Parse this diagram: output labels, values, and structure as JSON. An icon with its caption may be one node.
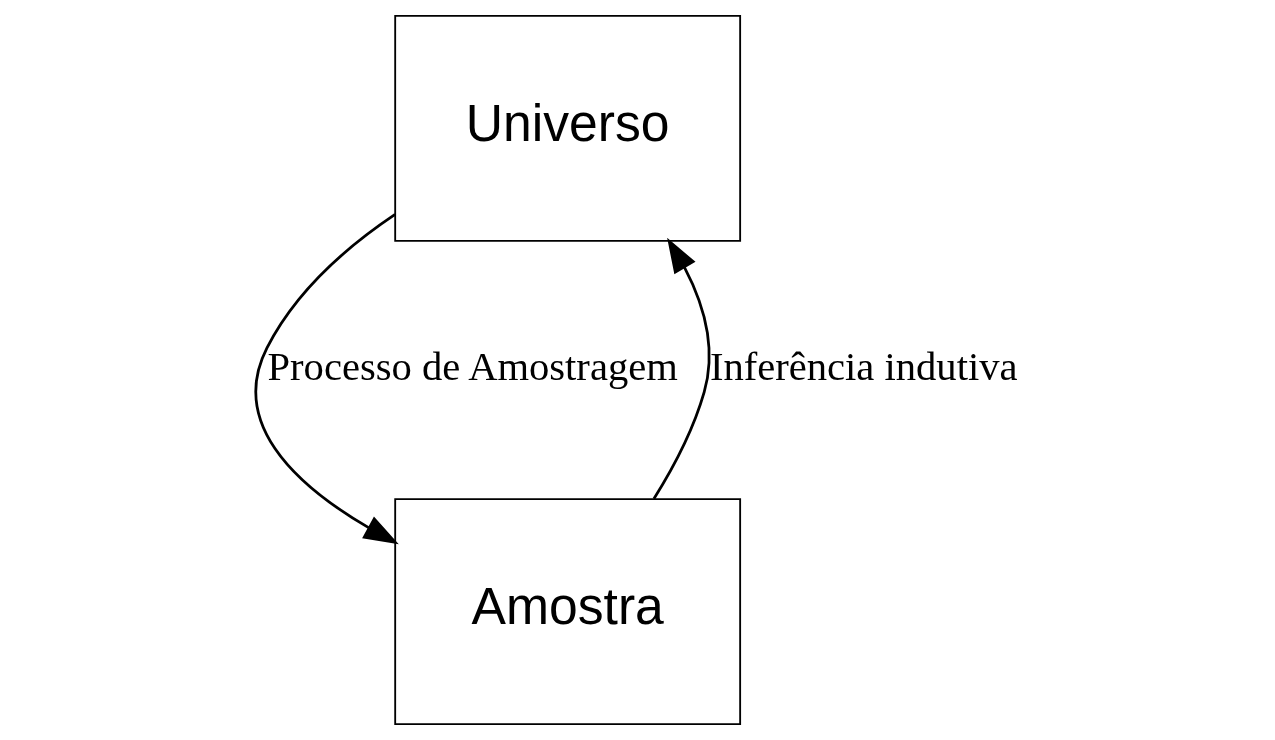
{
  "diagram": {
    "nodes": [
      {
        "text": [
          "Universo"
        ]
      },
      {
        "text": [
          "Amostra"
        ]
      }
    ],
    "edges": [
      {
        "from": 0,
        "to": 1,
        "arrow": "to",
        "label": "Processo de Amostragem"
      },
      {
        "from": 1,
        "to": 0,
        "arrow": "to",
        "label": "Inferência indutiva"
      }
    ]
  }
}
